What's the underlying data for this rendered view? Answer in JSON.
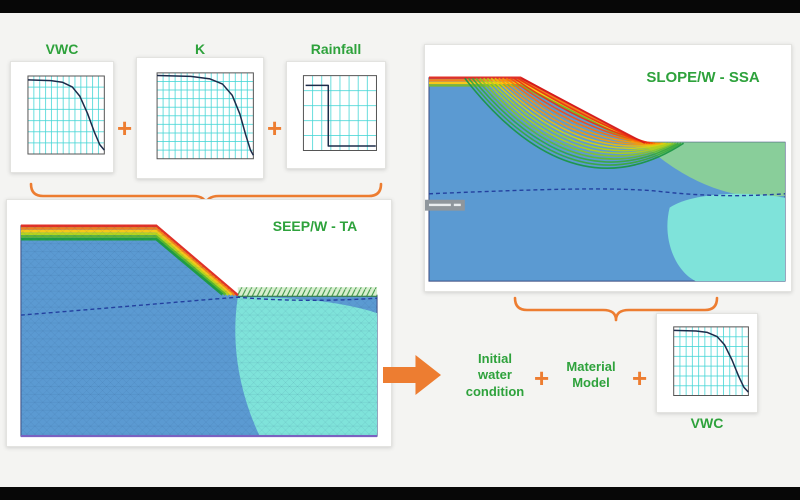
{
  "colors": {
    "green_label": "#2ea23c",
    "orange": "#ed7d31",
    "grid_cyan": "#46d6d6",
    "curve": "#1c2b4a",
    "slope_blue": "#5b9ad2",
    "slope_cyan": "#7fe3da",
    "bench_green": "#8ed494",
    "hatch_green": "#2f8f3a",
    "water_dash": "#23409f",
    "seep_surface_bands": [
      "#e03127",
      "#f3811c",
      "#f6c81a",
      "#b7d41f",
      "#5cb82f",
      "#1f9d44"
    ],
    "slope_face_bands": [
      "#e03127",
      "#f3811c",
      "#f6c81a",
      "#7cb82f"
    ],
    "slip_palette": [
      "#1a9641",
      "#3aa83a",
      "#63b92f",
      "#8cc622",
      "#b3cf16",
      "#d8d20c",
      "#f0bd08",
      "#f89a06",
      "#fb7407",
      "#f64e0c",
      "#e93012",
      "#d31a1a"
    ]
  },
  "labels": {
    "vwc_top": "VWC",
    "k": "K",
    "rainfall": "Rainfall",
    "plus": "+",
    "seep_title": "SEEP/W - TA",
    "slope_title": "SLOPE/W - SSA",
    "initial_water": "Initial water condition",
    "material_model": "Material Model",
    "vwc_bottom": "VWC"
  },
  "chart_data": [
    {
      "id": "vwc-top",
      "type": "line",
      "title": "VWC",
      "grid": {
        "v": 13,
        "h": 7
      },
      "points": [
        [
          0,
          0.95
        ],
        [
          0.3,
          0.94
        ],
        [
          0.45,
          0.92
        ],
        [
          0.58,
          0.86
        ],
        [
          0.68,
          0.74
        ],
        [
          0.78,
          0.52
        ],
        [
          0.87,
          0.28
        ],
        [
          0.94,
          0.12
        ],
        [
          1,
          0.05
        ]
      ]
    },
    {
      "id": "k",
      "type": "line",
      "title": "K",
      "grid": {
        "v": 16,
        "h": 10
      },
      "points": [
        [
          0,
          0.97
        ],
        [
          0.35,
          0.96
        ],
        [
          0.55,
          0.93
        ],
        [
          0.68,
          0.87
        ],
        [
          0.78,
          0.74
        ],
        [
          0.86,
          0.52
        ],
        [
          0.92,
          0.28
        ],
        [
          0.97,
          0.1
        ],
        [
          1,
          0.04
        ]
      ]
    },
    {
      "id": "rainfall",
      "type": "step",
      "title": "Rainfall",
      "grid": {
        "v": 8,
        "h": 5
      },
      "points": [
        [
          0.03,
          0.87
        ],
        [
          0.34,
          0.87
        ],
        [
          0.34,
          0.06
        ],
        [
          0.99,
          0.06
        ]
      ]
    },
    {
      "id": "vwc-bottom",
      "type": "line",
      "title": "VWC",
      "grid": {
        "v": 12,
        "h": 7
      },
      "points": [
        [
          0,
          0.95
        ],
        [
          0.3,
          0.94
        ],
        [
          0.45,
          0.92
        ],
        [
          0.58,
          0.86
        ],
        [
          0.68,
          0.74
        ],
        [
          0.78,
          0.52
        ],
        [
          0.87,
          0.28
        ],
        [
          0.94,
          0.12
        ],
        [
          1,
          0.05
        ]
      ]
    }
  ]
}
